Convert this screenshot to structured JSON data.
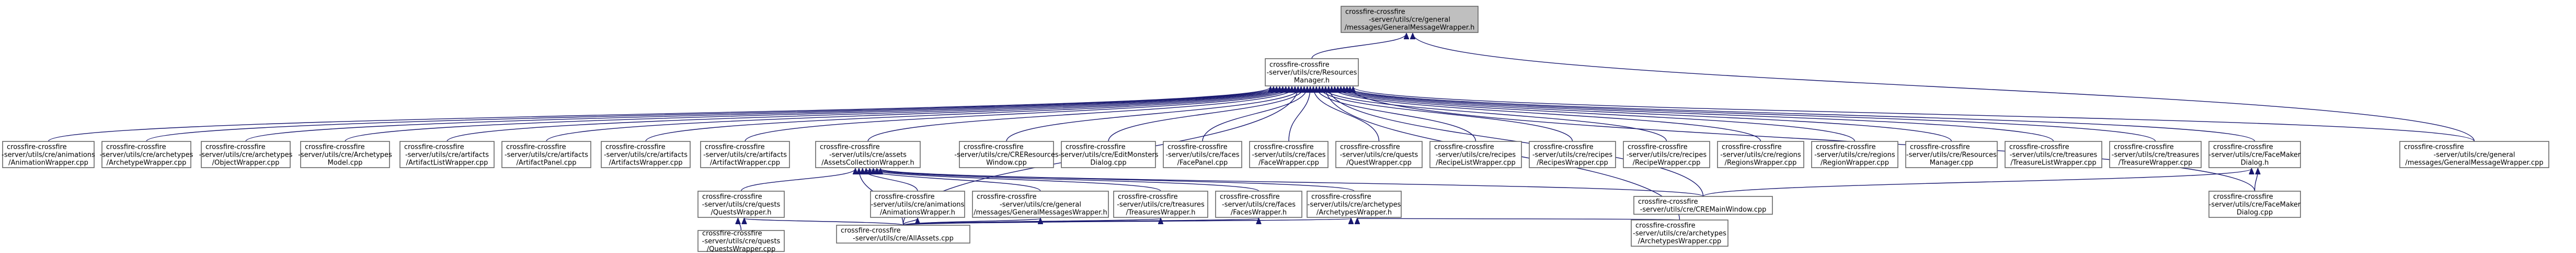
{
  "graph": {
    "current_node": "GeneralMessageWrapper_h",
    "nodes": [
      {
        "id": "GeneralMessageWrapper_h",
        "lines": [
          "crossfire-crossfire",
          "-server/utils/cre/general",
          "/messages/GeneralMessageWrapper.h"
        ]
      },
      {
        "id": "ResourcesManager_h",
        "lines": [
          "crossfire-crossfire",
          "-server/utils/cre/Resources",
          "Manager.h"
        ]
      },
      {
        "id": "AnimationWrapper_cpp",
        "lines": [
          "crossfire-crossfire",
          "-server/utils/cre/animations",
          "/AnimationWrapper.cpp"
        ]
      },
      {
        "id": "ArchetypeWrapper_cpp",
        "lines": [
          "crossfire-crossfire",
          "-server/utils/cre/archetypes",
          "/ArchetypeWrapper.cpp"
        ]
      },
      {
        "id": "ObjectWrapper_cpp",
        "lines": [
          "crossfire-crossfire",
          "-server/utils/cre/archetypes",
          "/ObjectWrapper.cpp"
        ]
      },
      {
        "id": "CREArchetypesModel_cpp",
        "lines": [
          "crossfire-crossfire",
          "-server/utils/cre/Archetypes",
          "Model.cpp"
        ]
      },
      {
        "id": "ArtifactListWrapper_cpp",
        "lines": [
          "crossfire-crossfire",
          "-server/utils/cre/artifacts",
          "/ArtifactListWrapper.cpp"
        ]
      },
      {
        "id": "ArtifactPanel_cpp",
        "lines": [
          "crossfire-crossfire",
          "-server/utils/cre/artifacts",
          "/ArtifactPanel.cpp"
        ]
      },
      {
        "id": "ArtifactsWrapper_cpp",
        "lines": [
          "crossfire-crossfire",
          "-server/utils/cre/artifacts",
          "/ArtifactsWrapper.cpp"
        ]
      },
      {
        "id": "ArtifactWrapper_cpp",
        "lines": [
          "crossfire-crossfire",
          "-server/utils/cre/artifacts",
          "/ArtifactWrapper.cpp"
        ]
      },
      {
        "id": "AssetsCollectionWrapper_h",
        "lines": [
          "crossfire-crossfire",
          "-server/utils/cre/assets",
          "/AssetsCollectionWrapper.h"
        ]
      },
      {
        "id": "CREResourcesWindow_cpp",
        "lines": [
          "crossfire-crossfire",
          "-server/utils/cre/CREResources",
          "Window.cpp"
        ]
      },
      {
        "id": "EditMonstersDialog_cpp",
        "lines": [
          "crossfire-crossfire",
          "-server/utils/cre/EditMonsters",
          "Dialog.cpp"
        ]
      },
      {
        "id": "FacePanel_cpp",
        "lines": [
          "crossfire-crossfire",
          "-server/utils/cre/faces",
          "/FacePanel.cpp"
        ]
      },
      {
        "id": "FaceWrapper_cpp",
        "lines": [
          "crossfire-crossfire",
          "-server/utils/cre/faces",
          "/FaceWrapper.cpp"
        ]
      },
      {
        "id": "QuestWrapper_cpp",
        "lines": [
          "crossfire-crossfire",
          "-server/utils/cre/quests",
          "/QuestWrapper.cpp"
        ]
      },
      {
        "id": "RecipeListWrapper_cpp",
        "lines": [
          "crossfire-crossfire",
          "-server/utils/cre/recipes",
          "/RecipeListWrapper.cpp"
        ]
      },
      {
        "id": "RecipesWrapper_cpp",
        "lines": [
          "crossfire-crossfire",
          "-server/utils/cre/recipes",
          "/RecipesWrapper.cpp"
        ]
      },
      {
        "id": "RecipeWrapper_cpp",
        "lines": [
          "crossfire-crossfire",
          "-server/utils/cre/recipes",
          "/RecipeWrapper.cpp"
        ]
      },
      {
        "id": "RegionsWrapper_cpp",
        "lines": [
          "crossfire-crossfire",
          "-server/utils/cre/regions",
          "/RegionsWrapper.cpp"
        ]
      },
      {
        "id": "RegionWrapper_cpp",
        "lines": [
          "crossfire-crossfire",
          "-server/utils/cre/regions",
          "/RegionWrapper.cpp"
        ]
      },
      {
        "id": "ResourcesManager_cpp",
        "lines": [
          "crossfire-crossfire",
          "-server/utils/cre/Resources",
          "Manager.cpp"
        ]
      },
      {
        "id": "TreasureListWrapper_cpp",
        "lines": [
          "crossfire-crossfire",
          "-server/utils/cre/treasures",
          "/TreasureListWrapper.cpp"
        ]
      },
      {
        "id": "TreasureWrapper_cpp",
        "lines": [
          "crossfire-crossfire",
          "-server/utils/cre/treasures",
          "/TreasureWrapper.cpp"
        ]
      },
      {
        "id": "FaceMakerDialog_h",
        "lines": [
          "crossfire-crossfire",
          "-server/utils/cre/FaceMaker",
          "Dialog.h"
        ]
      },
      {
        "id": "GeneralMessageWrapper_cpp",
        "lines": [
          "crossfire-crossfire",
          "-server/utils/cre/general",
          "/messages/GeneralMessageWrapper.cpp"
        ]
      },
      {
        "id": "QuestsWrapper_h",
        "lines": [
          "crossfire-crossfire",
          "-server/utils/cre/quests",
          "/QuestsWrapper.h"
        ]
      },
      {
        "id": "AnimationsWrapper_h",
        "lines": [
          "crossfire-crossfire",
          "-server/utils/cre/animations",
          "/AnimationsWrapper.h"
        ]
      },
      {
        "id": "GeneralMessagesWrapper_h",
        "lines": [
          "crossfire-crossfire",
          "-server/utils/cre/general",
          "/messages/GeneralMessagesWrapper.h"
        ]
      },
      {
        "id": "TreasuresWrapper_h",
        "lines": [
          "crossfire-crossfire",
          "-server/utils/cre/treasures",
          "/TreasuresWrapper.h"
        ]
      },
      {
        "id": "FacesWrapper_h",
        "lines": [
          "crossfire-crossfire",
          "-server/utils/cre/faces",
          "/FacesWrapper.h"
        ]
      },
      {
        "id": "ArchetypesWrapper_h",
        "lines": [
          "crossfire-crossfire",
          "-server/utils/cre/archetypes",
          "/ArchetypesWrapper.h"
        ]
      },
      {
        "id": "CREMainWindow_cpp",
        "lines": [
          "crossfire-crossfire",
          "-server/utils/cre/CREMainWindow.cpp"
        ]
      },
      {
        "id": "FaceMakerDialog_cpp",
        "lines": [
          "crossfire-crossfire",
          "-server/utils/cre/FaceMaker",
          "Dialog.cpp"
        ]
      },
      {
        "id": "QuestsWrapper_cpp",
        "lines": [
          "crossfire-crossfire",
          "-server/utils/cre/quests",
          "/QuestsWrapper.cpp"
        ]
      },
      {
        "id": "AllAssets_cpp",
        "lines": [
          "crossfire-crossfire",
          "-server/utils/cre/AllAssets.cpp"
        ]
      },
      {
        "id": "ArchetypesWrapper_cpp",
        "lines": [
          "crossfire-crossfire",
          "-server/utils/cre/archetypes",
          "/ArchetypesWrapper.cpp"
        ]
      }
    ],
    "edges": [
      {
        "from": "ResourcesManager_h",
        "to": "GeneralMessageWrapper_h"
      },
      {
        "from": "GeneralMessageWrapper_cpp",
        "to": "GeneralMessageWrapper_h"
      },
      {
        "from": "AnimationWrapper_cpp",
        "to": "ResourcesManager_h"
      },
      {
        "from": "ArchetypeWrapper_cpp",
        "to": "ResourcesManager_h"
      },
      {
        "from": "ObjectWrapper_cpp",
        "to": "ResourcesManager_h"
      },
      {
        "from": "CREArchetypesModel_cpp",
        "to": "ResourcesManager_h"
      },
      {
        "from": "ArtifactListWrapper_cpp",
        "to": "ResourcesManager_h"
      },
      {
        "from": "ArtifactPanel_cpp",
        "to": "ResourcesManager_h"
      },
      {
        "from": "ArtifactsWrapper_cpp",
        "to": "ResourcesManager_h"
      },
      {
        "from": "ArtifactWrapper_cpp",
        "to": "ResourcesManager_h"
      },
      {
        "from": "AssetsCollectionWrapper_h",
        "to": "ResourcesManager_h"
      },
      {
        "from": "CREResourcesWindow_cpp",
        "to": "ResourcesManager_h"
      },
      {
        "from": "EditMonstersDialog_cpp",
        "to": "ResourcesManager_h"
      },
      {
        "from": "FacePanel_cpp",
        "to": "ResourcesManager_h"
      },
      {
        "from": "FaceWrapper_cpp",
        "to": "ResourcesManager_h"
      },
      {
        "from": "QuestWrapper_cpp",
        "to": "ResourcesManager_h"
      },
      {
        "from": "RecipeListWrapper_cpp",
        "to": "ResourcesManager_h"
      },
      {
        "from": "RecipesWrapper_cpp",
        "to": "ResourcesManager_h"
      },
      {
        "from": "RecipeWrapper_cpp",
        "to": "ResourcesManager_h"
      },
      {
        "from": "RegionsWrapper_cpp",
        "to": "ResourcesManager_h"
      },
      {
        "from": "RegionWrapper_cpp",
        "to": "ResourcesManager_h"
      },
      {
        "from": "ResourcesManager_cpp",
        "to": "ResourcesManager_h"
      },
      {
        "from": "TreasureListWrapper_cpp",
        "to": "ResourcesManager_h"
      },
      {
        "from": "TreasureWrapper_cpp",
        "to": "ResourcesManager_h"
      },
      {
        "from": "FaceMakerDialog_h",
        "to": "ResourcesManager_h"
      },
      {
        "from": "GeneralMessageWrapper_cpp",
        "to": "ResourcesManager_h"
      },
      {
        "from": "AllAssets_cpp",
        "to": "ResourcesManager_h"
      },
      {
        "from": "CREMainWindow_cpp",
        "to": "ResourcesManager_h"
      },
      {
        "from": "ArchetypesWrapper_cpp",
        "to": "ResourcesManager_h"
      },
      {
        "from": "FaceMakerDialog_cpp",
        "to": "ResourcesManager_h"
      },
      {
        "from": "QuestsWrapper_h",
        "to": "AssetsCollectionWrapper_h"
      },
      {
        "from": "AnimationsWrapper_h",
        "to": "AssetsCollectionWrapper_h"
      },
      {
        "from": "GeneralMessagesWrapper_h",
        "to": "AssetsCollectionWrapper_h"
      },
      {
        "from": "TreasuresWrapper_h",
        "to": "AssetsCollectionWrapper_h"
      },
      {
        "from": "FacesWrapper_h",
        "to": "AssetsCollectionWrapper_h"
      },
      {
        "from": "ArchetypesWrapper_h",
        "to": "AssetsCollectionWrapper_h"
      },
      {
        "from": "AllAssets_cpp",
        "to": "AssetsCollectionWrapper_h"
      },
      {
        "from": "CREMainWindow_cpp",
        "to": "AssetsCollectionWrapper_h"
      },
      {
        "from": "QuestsWrapper_cpp",
        "to": "QuestsWrapper_h"
      },
      {
        "from": "AllAssets_cpp",
        "to": "QuestsWrapper_h"
      },
      {
        "from": "AllAssets_cpp",
        "to": "AnimationsWrapper_h"
      },
      {
        "from": "AllAssets_cpp",
        "to": "GeneralMessagesWrapper_h"
      },
      {
        "from": "AllAssets_cpp",
        "to": "TreasuresWrapper_h"
      },
      {
        "from": "AllAssets_cpp",
        "to": "FacesWrapper_h"
      },
      {
        "from": "AllAssets_cpp",
        "to": "ArchetypesWrapper_h"
      },
      {
        "from": "ArchetypesWrapper_cpp",
        "to": "ArchetypesWrapper_h"
      },
      {
        "from": "CREMainWindow_cpp",
        "to": "FaceMakerDialog_h"
      },
      {
        "from": "FaceMakerDialog_cpp",
        "to": "FaceMakerDialog_h"
      }
    ]
  }
}
